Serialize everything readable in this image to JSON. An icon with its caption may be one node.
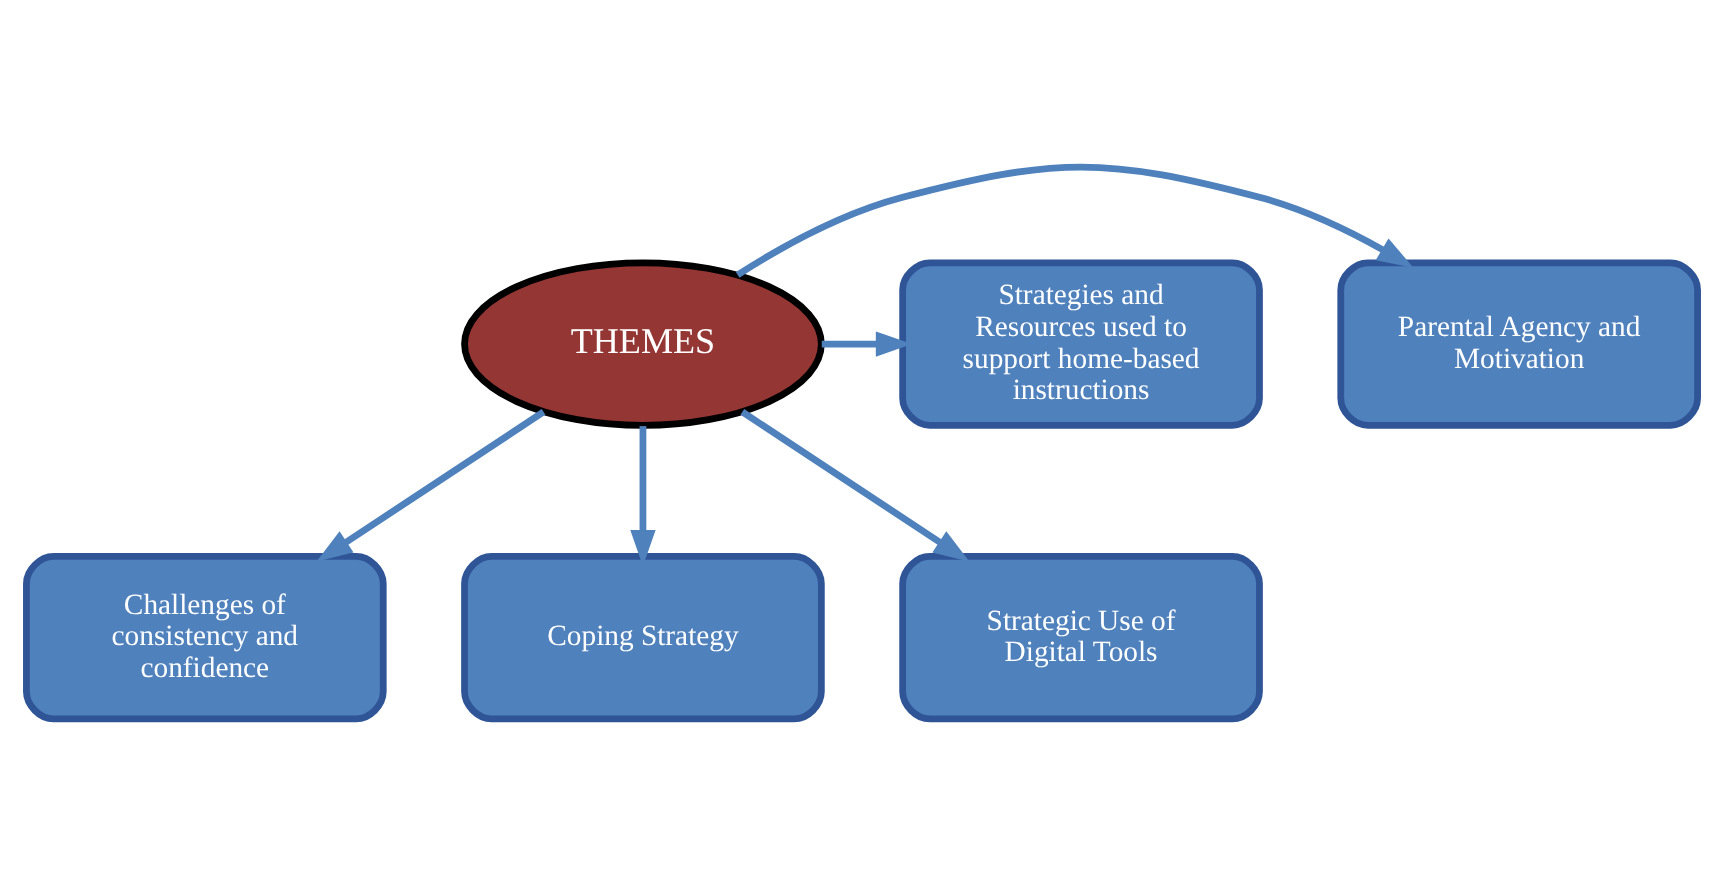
{
  "diagram": {
    "nodes": [
      {
        "text": [
          "Parental Agency and Motivation"
        ]
      },
      {
        "text": [
          "Strategies and Resources used to support home-based instructions"
        ]
      },
      {
        "text": [
          "THEMES"
        ]
      },
      {
        "text": [
          "Challenges of consistency and confidence"
        ]
      },
      {
        "text": [
          "Coping Strategy"
        ]
      },
      {
        "text": [
          "Strategic Use of Digital Tools"
        ]
      }
    ],
    "edges": [
      {
        "from": 2,
        "to": 0,
        "arrow": "to"
      },
      {
        "from": 2,
        "to": 1,
        "arrow": "to"
      },
      {
        "from": 2,
        "to": 3,
        "arrow": "to"
      },
      {
        "from": 2,
        "to": 4,
        "arrow": "to"
      },
      {
        "from": 2,
        "to": 5,
        "arrow": "to"
      }
    ]
  }
}
